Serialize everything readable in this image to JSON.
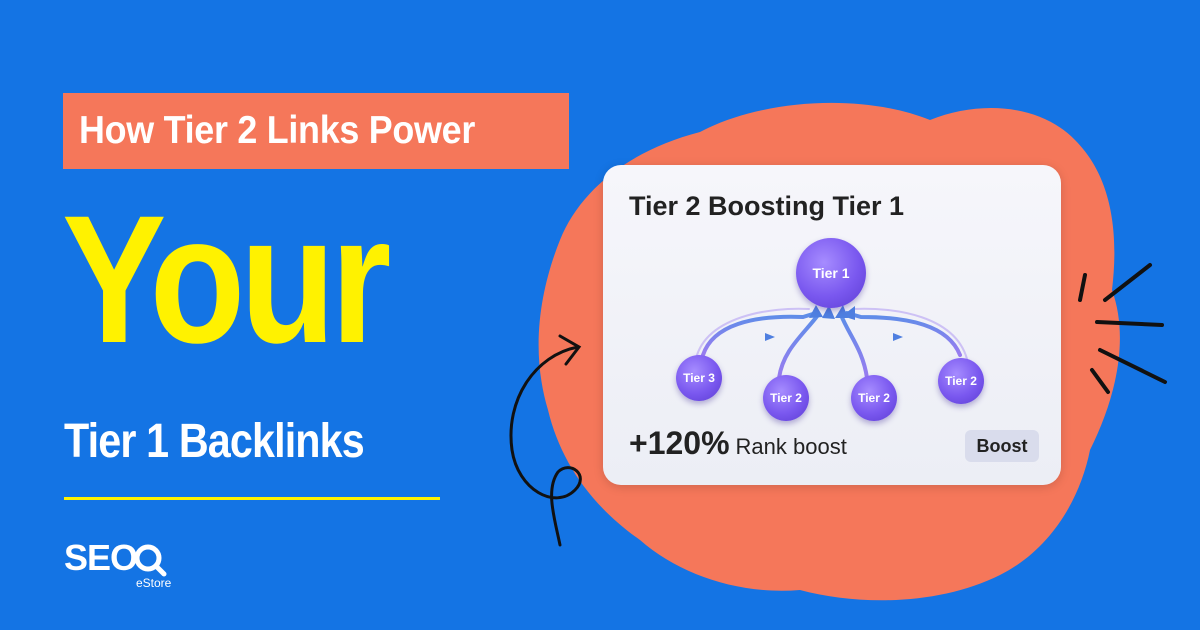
{
  "banner": {
    "kicker": "How Tier 2 Links Power",
    "headline": "Your",
    "subhead": "Tier 1 Backlinks"
  },
  "logo": {
    "word": "SEO",
    "sub": "eStore"
  },
  "card": {
    "title": "Tier 2 Boosting Tier 1",
    "main_node": "Tier 1",
    "child_nodes": [
      "Tier 3",
      "Tier 2",
      "Tier 2",
      "Tier 2"
    ],
    "stat_value": "+120%",
    "stat_label": "Rank boost",
    "button_label": "Boost"
  },
  "colors": {
    "background": "#1474e4",
    "accent_coral": "#f5775a",
    "accent_yellow": "#fff200",
    "node_purple": "#7a58ef"
  },
  "icons": [
    "curved-arrow-icon",
    "burst-lines-icon",
    "magnifier-icon"
  ]
}
